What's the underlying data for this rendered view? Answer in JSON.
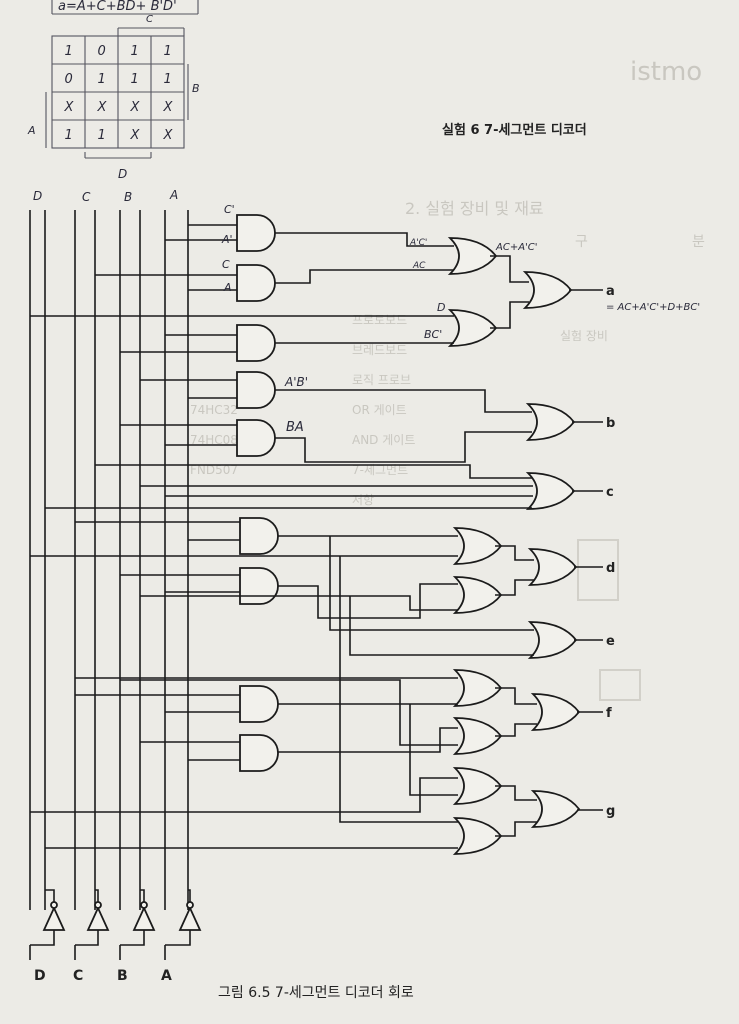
{
  "header": {
    "experiment_title": "실험 6   7-세그먼트 디코더"
  },
  "kmap": {
    "equation": "a=A+C+BD+ B'D'",
    "equation_sub": "C",
    "row_var": "A",
    "col_var_right": "B",
    "col_var_bottom": "D",
    "cells": [
      [
        "1",
        "0",
        "1",
        "1"
      ],
      [
        "0",
        "1",
        "1",
        "1"
      ],
      [
        "X",
        "X",
        "X",
        "X"
      ],
      [
        "1",
        "1",
        "X",
        "X"
      ]
    ]
  },
  "inputs": {
    "top": [
      "D",
      "C",
      "B",
      "A"
    ],
    "bottom": [
      "D",
      "C",
      "B",
      "A"
    ]
  },
  "annotations": {
    "c_prime": "C'",
    "a_prime": "A'",
    "c": "C",
    "a": "A",
    "a_c_prime": "A'C'",
    "ac": "AC",
    "ac_sum": "AC+A'C'",
    "d": "D",
    "bc_prime": "BC'",
    "a_b_prime": "A'B'",
    "ba": "BA",
    "a_equation": "= AC+A'C'+D+BC'"
  },
  "outputs": [
    "a",
    "b",
    "c",
    "d",
    "e",
    "f",
    "g"
  ],
  "caption": "그림 6.5 7-세그먼트 디코더 회로",
  "background_text": {
    "right_heading": "2. 실험 장비 및 재료",
    "col1": "구",
    "col2": "분",
    "rows": [
      "프로토보드",
      "브레드보드",
      "로직 프로브",
      "OR 게이트",
      "AND 게이트",
      "7-세그먼트",
      "저항"
    ],
    "side": "실험 장비",
    "part_1": "74HC32",
    "part_2": "74HC08",
    "part_3": "FND507",
    "corner": "istmo"
  }
}
